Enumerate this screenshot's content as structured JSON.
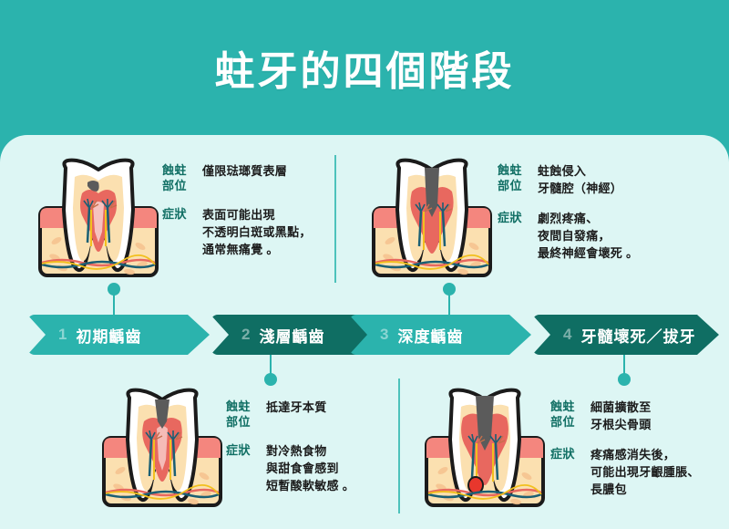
{
  "header": {
    "title": "蛀牙的四個階段"
  },
  "colors": {
    "brand_teal": "#2bb3ad",
    "dark_teal": "#0f6e63",
    "panel_bg": "#ddf6f4",
    "label_text": "#0f6e63",
    "body_text": "#1b1b1b",
    "enamel": "#ffffff",
    "dentin": "#fbe0b0",
    "pulp": "#e8685f",
    "gum": "#f4867e",
    "bone": "#fbe0b0",
    "decay": "#5b5b5b"
  },
  "labels": {
    "site": "蝕蛀部位",
    "site_line1": "蝕蛀",
    "site_line2": "部位",
    "symptom": "症狀"
  },
  "stages": [
    {
      "number": "1",
      "name": "初期齲齒",
      "ribbon_color": "#2bb3ad",
      "site": [
        "僅限琺瑯質表層"
      ],
      "symptom": [
        "表面可能出現",
        "不透明白斑或黑點，",
        "通常無痛覺 。"
      ]
    },
    {
      "number": "2",
      "name": "淺層齲齒",
      "ribbon_color": "#0f6e63",
      "site": [
        "抵達牙本質"
      ],
      "symptom": [
        "對冷熱食物",
        "與甜食會感到",
        "短暫酸軟敏感 。"
      ]
    },
    {
      "number": "3",
      "name": "深度齲齒",
      "ribbon_color": "#2bb3ad",
      "site": [
        "蛀蝕侵入",
        "牙髓腔（神經）"
      ],
      "symptom": [
        "劇烈疼痛、",
        "夜間自發痛，",
        "最終神經會壞死 。"
      ]
    },
    {
      "number": "4",
      "name": "牙髓壞死／拔牙",
      "ribbon_color": "#0f6e63",
      "site": [
        "細菌擴散至",
        "牙根尖骨頭"
      ],
      "symptom": [
        "疼痛感消失後，",
        "可能出現牙齦腫脹、",
        "長膿包"
      ]
    }
  ]
}
